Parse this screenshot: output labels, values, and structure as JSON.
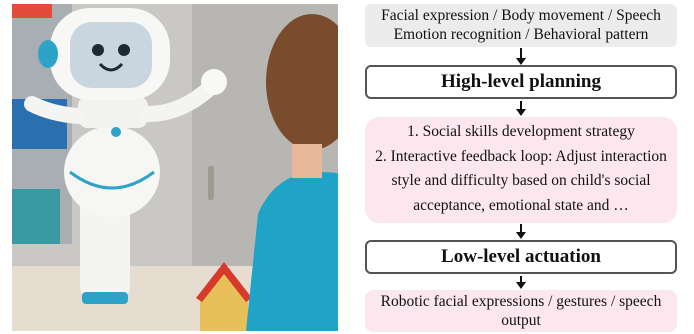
{
  "inputs": {
    "line1": "Facial expression / Body movement / Speech",
    "line2": "Emotion recognition / Behavioral pattern"
  },
  "high_level": {
    "label": "High-level planning"
  },
  "strategy": {
    "item1": "1. Social skills development strategy",
    "item2_line1": "2. Interactive feedback loop: Adjust interaction",
    "item2_line2": "style and difficulty based on child's social",
    "item2_line3": "acceptance, emotional state and …"
  },
  "low_level": {
    "label": "Low-level actuation"
  },
  "output": {
    "line1": "Robotic facial expressions / gestures / speech",
    "line2": "output"
  },
  "colors": {
    "input_box": "#ececec",
    "pink_box": "#fde7ef",
    "stage_border": "#555555",
    "robot_trim": "#2ea3c8",
    "shirt": "#1fa3c6"
  }
}
